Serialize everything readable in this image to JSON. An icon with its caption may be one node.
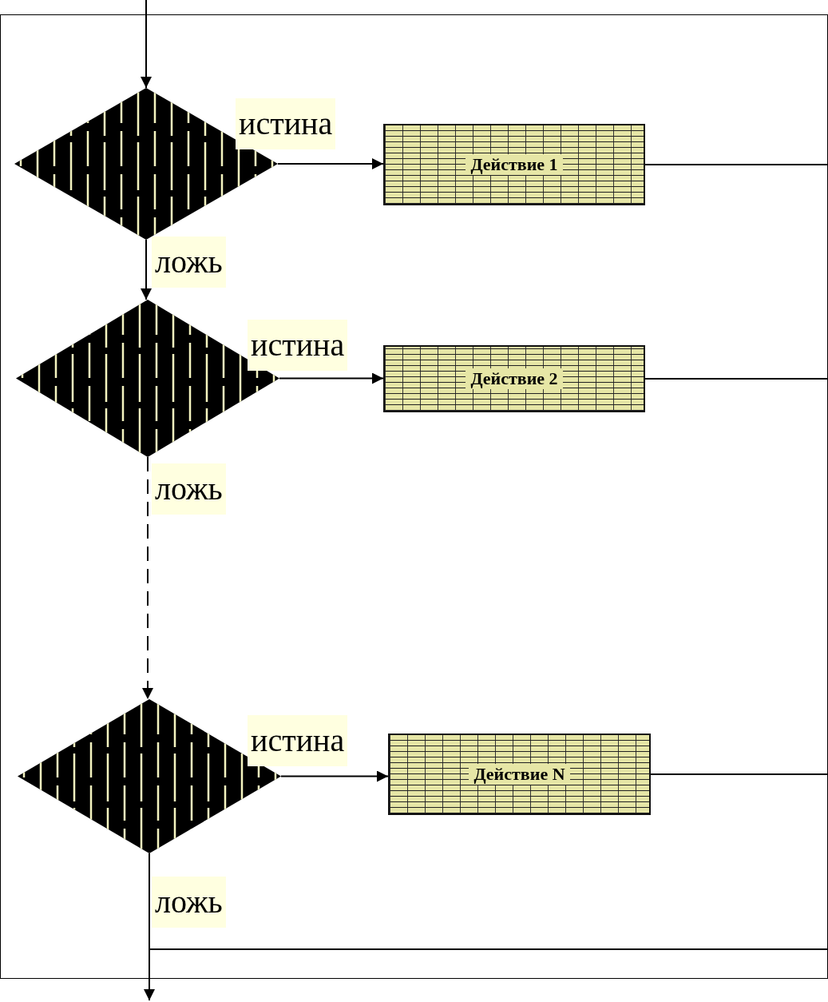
{
  "diagram": {
    "nodes": [
      {
        "text": [],
        "shape": "diamond"
      },
      {
        "text": [
          "Действие 1"
        ]
      },
      {
        "text": [],
        "shape": "diamond"
      },
      {
        "text": [
          "Действие 2"
        ]
      },
      {
        "text": [],
        "shape": "diamond"
      },
      {
        "text": [
          "Действие N"
        ]
      }
    ],
    "edges": [
      {
        "from": null,
        "to": 0,
        "arrow": "to"
      },
      {
        "from": 0,
        "to": 1,
        "arrow": "to",
        "label": "истина"
      },
      {
        "from": 0,
        "to": 2,
        "arrow": "to",
        "label": "ложь"
      },
      {
        "from": 2,
        "to": 3,
        "arrow": "to",
        "label": "истина"
      },
      {
        "from": 2,
        "to": 4,
        "arrow": "to",
        "label": "ложь",
        "style": "dashed"
      },
      {
        "from": 4,
        "to": 5,
        "arrow": "to",
        "label": "истина"
      },
      {
        "from": 1,
        "to": null,
        "arrow": "none"
      },
      {
        "from": 3,
        "to": null,
        "arrow": "none"
      },
      {
        "from": 5,
        "to": null,
        "arrow": "none"
      },
      {
        "from": 4,
        "to": null,
        "arrow": "to",
        "label": "ложь"
      }
    ]
  }
}
